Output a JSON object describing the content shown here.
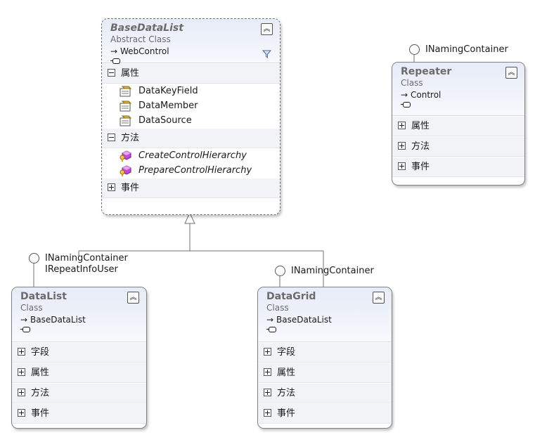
{
  "classes": {
    "basedatalist": {
      "name": "BaseDataList",
      "kind": "Abstract Class",
      "base": "WebControl",
      "sections": {
        "properties": {
          "label": "属性",
          "members": [
            "DataKeyField",
            "DataMember",
            "DataSource"
          ]
        },
        "methods": {
          "label": "方法",
          "members": [
            "CreateControlHierarchy",
            "PrepareControlHierarchy"
          ]
        },
        "events": {
          "label": "事件"
        }
      }
    },
    "repeater": {
      "name": "Repeater",
      "kind": "Class",
      "base": "Control",
      "interfaces": [
        "INamingContainer"
      ],
      "sections": [
        "属性",
        "方法",
        "事件"
      ]
    },
    "datalist": {
      "name": "DataList",
      "kind": "Class",
      "base": "BaseDataList",
      "interfaces": [
        "INamingContainer",
        "IRepeatInfoUser"
      ],
      "sections": [
        "字段",
        "属性",
        "方法",
        "事件"
      ]
    },
    "datagrid": {
      "name": "DataGrid",
      "kind": "Class",
      "base": "BaseDataList",
      "interfaces": [
        "INamingContainer"
      ],
      "sections": [
        "字段",
        "属性",
        "方法",
        "事件"
      ]
    }
  },
  "icons": {
    "collapse": "double-chevron-up-icon",
    "filter": "filter-icon",
    "property": "property-icon",
    "method": "protected-method-icon",
    "expand": "plus-box-icon",
    "collapse_section": "minus-box-icon",
    "interface": "lollipop-interface-icon",
    "inheritance": "hollow-triangle-arrow-icon"
  },
  "colors": {
    "header_gradient_top": "#e6ebf7",
    "section_background": "#f1f3f7",
    "border": "#808080",
    "title_text": "#6b6b6b"
  }
}
